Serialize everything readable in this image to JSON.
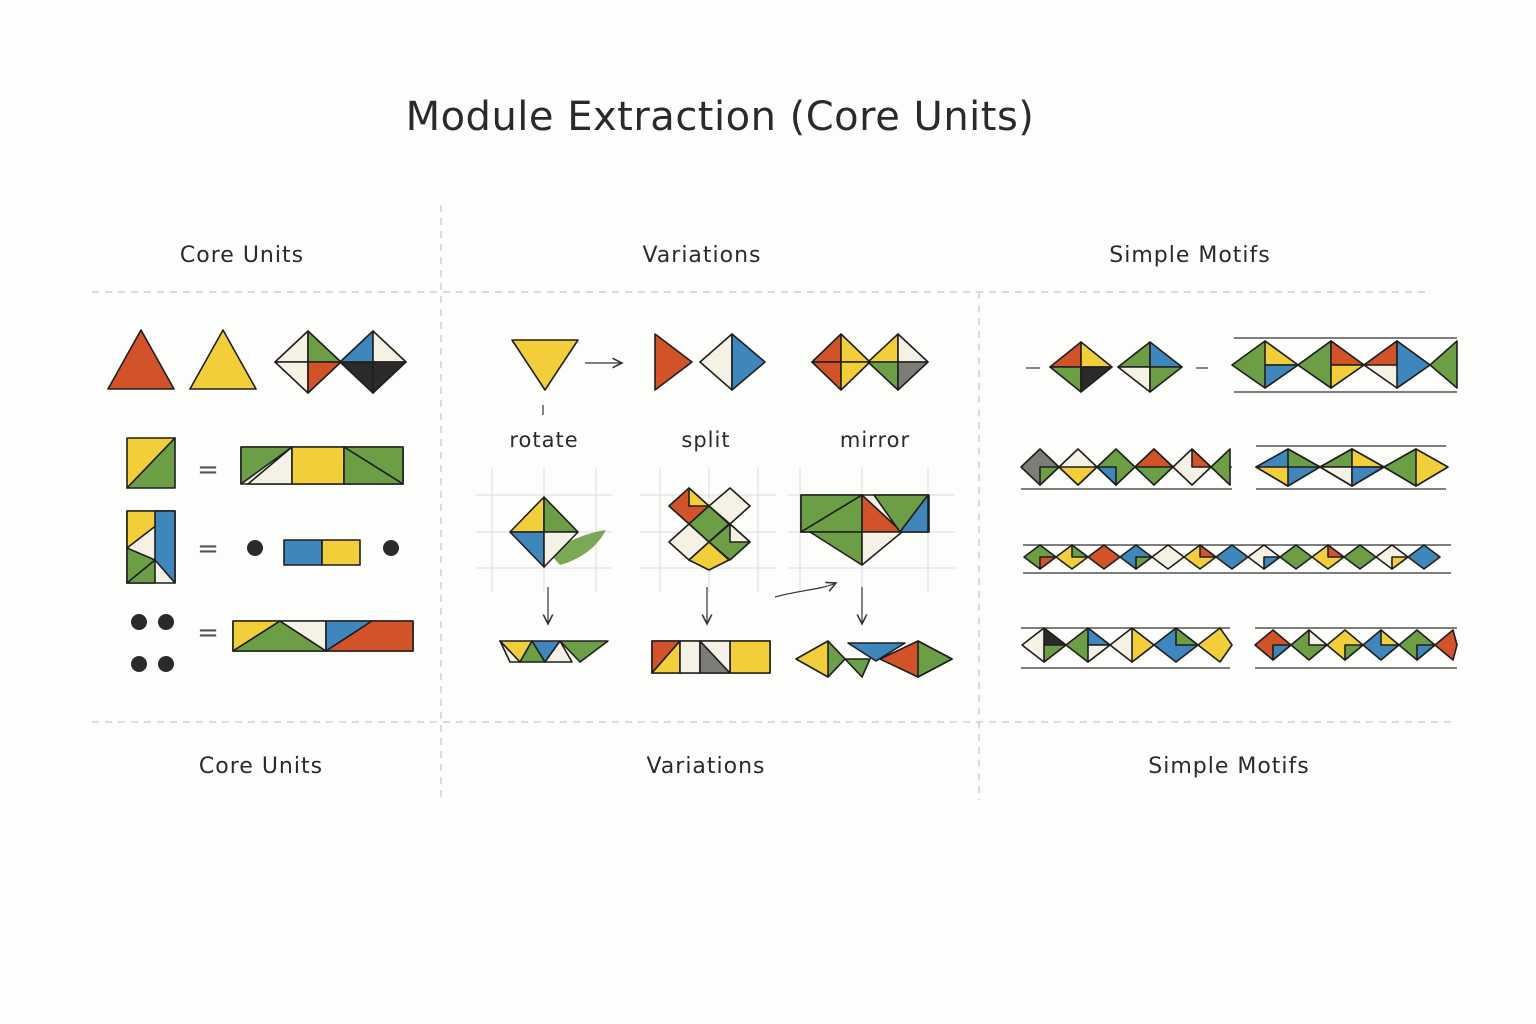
{
  "title": "Module Extraction (Core Units)",
  "columns": {
    "top": [
      "Core Units",
      "Variations",
      "Simple Motifs"
    ],
    "bottom": [
      "Core Units",
      "Variations",
      "Simple Motifs"
    ]
  },
  "operations": [
    "rotate",
    "split",
    "mirror"
  ],
  "equals_symbol": "=",
  "palette": {
    "red": "#d2522a",
    "yellow": "#f2cf3a",
    "green": "#6b9e45",
    "blue": "#3f86bd",
    "cream": "#f5f1e4",
    "black": "#2a2a2a",
    "gray": "#7c7c78"
  }
}
